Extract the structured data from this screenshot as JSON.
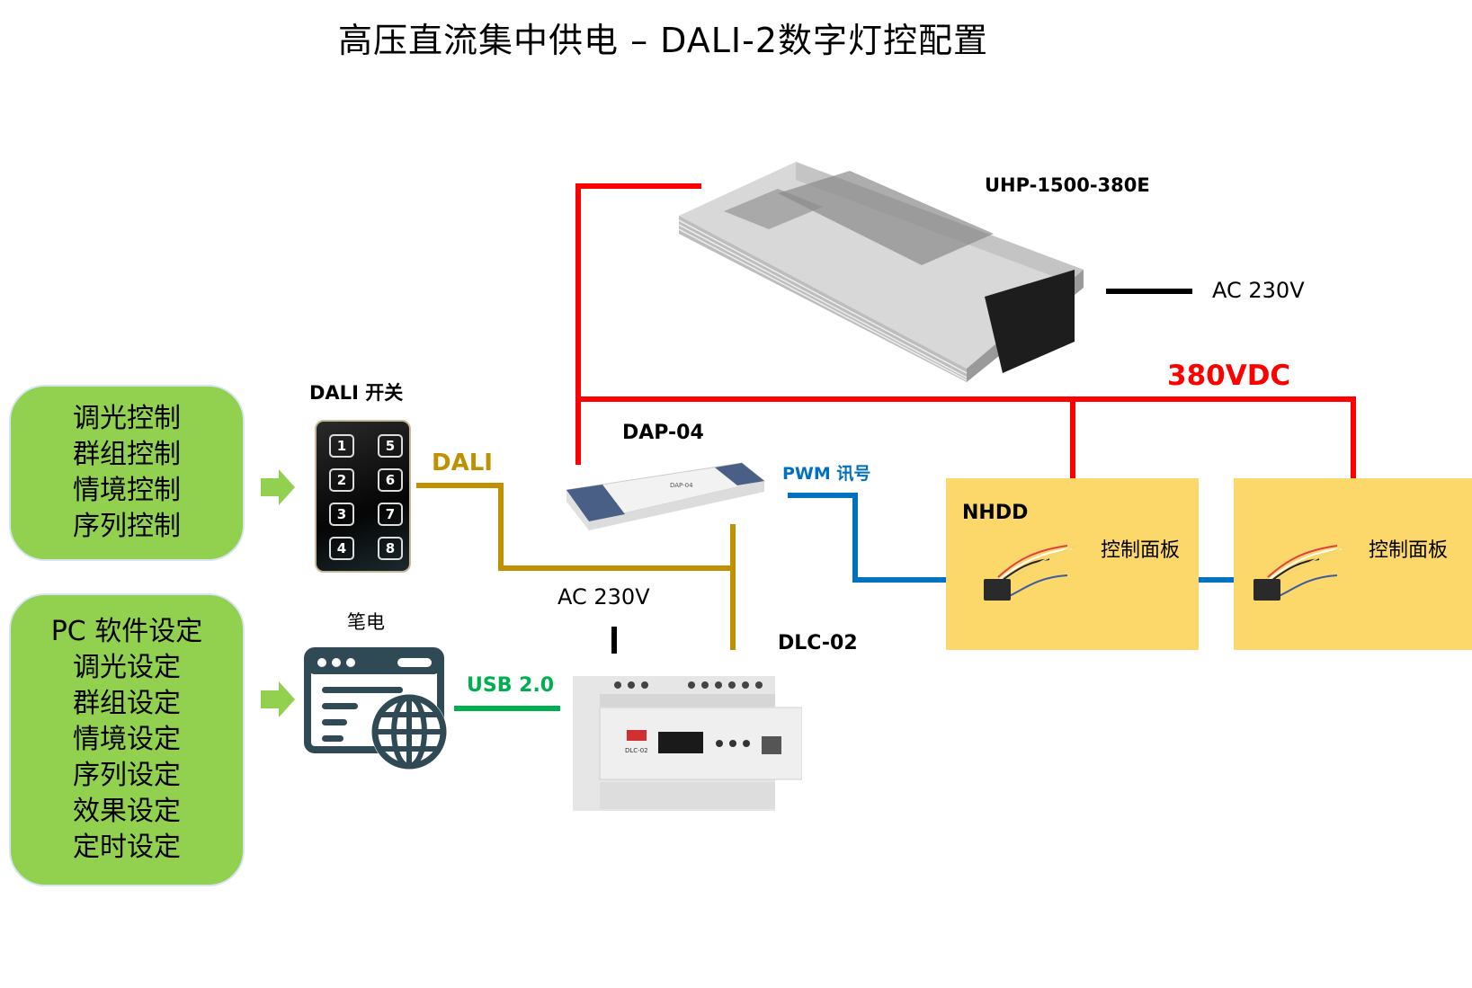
{
  "title": "高压直流集中供电 – DALI-2数字灯控配置",
  "control_box": {
    "lines": [
      "调光控制",
      "群组控制",
      "情境控制",
      "序列控制"
    ]
  },
  "software_box": {
    "lines": [
      "PC 软件设定",
      "调光设定",
      "群组设定",
      "情境设定",
      "序列设定",
      "效果设定",
      "定时设定"
    ]
  },
  "devices": {
    "dali_switch": {
      "label": "DALI 开关",
      "buttons": [
        "1",
        "2",
        "3",
        "4",
        "5",
        "6",
        "7",
        "8"
      ]
    },
    "laptop": {
      "label": "笔电"
    },
    "dap": {
      "label": "DAP-04",
      "sticker": "DAP-04"
    },
    "dlc": {
      "label": "DLC-02",
      "sticker": "DLC-02"
    },
    "uhp": {
      "label": "UHP-1500-380E"
    },
    "nhdd_1": {
      "title": "NHDD",
      "panel_label": "控制面板"
    },
    "nhdd_2": {
      "panel_label": "控制面板"
    }
  },
  "connections": {
    "dali": "DALI",
    "usb": "USB 2.0",
    "pwm": "PWM 讯号",
    "dc_bus": "380VDC",
    "ac_uhp": "AC 230V",
    "ac_dlc": "AC 230V"
  },
  "colors": {
    "dc_line": "#ff0000",
    "dali_line": "#bf9000",
    "pwm_line": "#0070c0",
    "usb_line": "#00b050",
    "box_green": "#92d050",
    "box_yellow": "#fcd76a"
  }
}
